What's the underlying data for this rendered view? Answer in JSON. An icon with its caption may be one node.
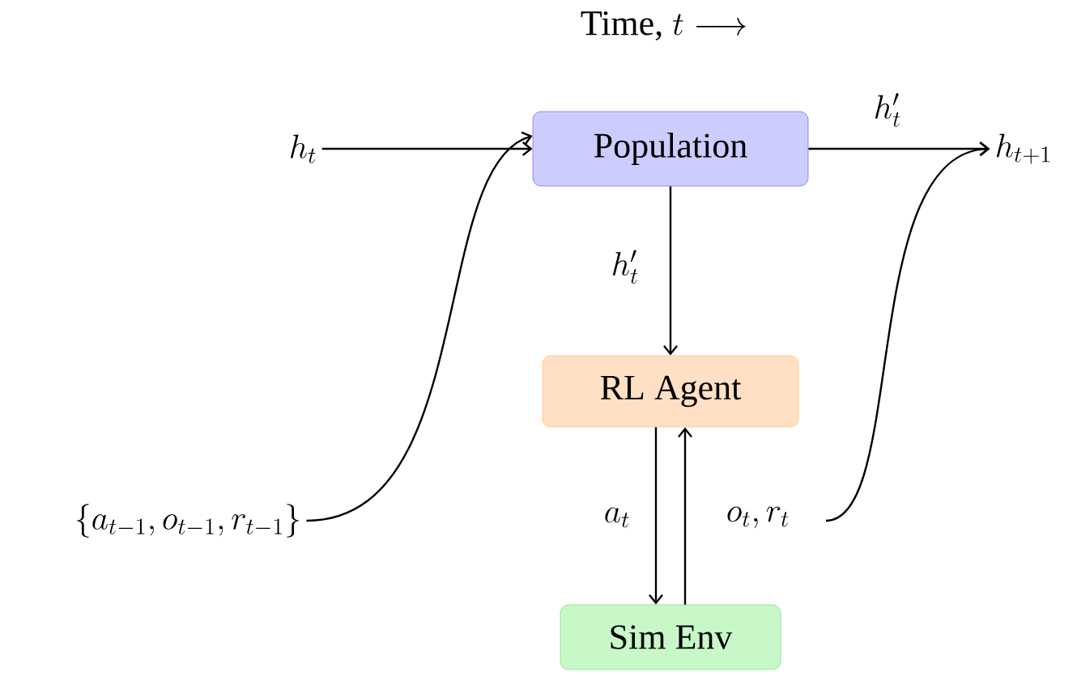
{
  "diagram": {
    "title": "\\mbox{Time, } t \\longrightarrow",
    "nodes": [
      {
        "text": [
          "\\mbox{Population}"
        ]
      },
      {
        "text": [
          "\\mbox{RL Agent}"
        ]
      },
      {
        "text": [
          "\\mbox{Sim Env}"
        ]
      },
      {
        "text": [
          "h_t"
        ]
      },
      {
        "text": [
          "h_{t+1}"
        ]
      },
      {
        "text": [
          "\\{a_{t-1}, o_{t-1}, r_{t-1}\\}"
        ]
      }
    ],
    "edges": [
      {
        "from": 3,
        "to": 0,
        "arrow": "to"
      },
      {
        "from": 5,
        "to": 0,
        "arrow": "to"
      },
      {
        "from": 0,
        "to": 4,
        "arrow": "to",
        "label": "h'_t"
      },
      {
        "from": 0,
        "to": 1,
        "arrow": "to",
        "label": "h'_t"
      },
      {
        "from": 1,
        "to": 2,
        "arrow": "to",
        "label": "a_t"
      },
      {
        "from": 2,
        "to": 1,
        "arrow": "to",
        "label": "o_t, r_t"
      },
      {
        "from": null,
        "to": 4,
        "arrow": "to"
      }
    ]
  }
}
